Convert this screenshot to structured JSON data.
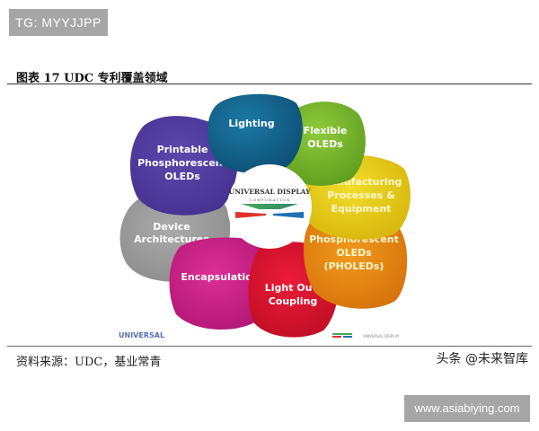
{
  "watermarks": {
    "telegram": "TG: MYYJJPP",
    "toutiao": "头条 @未来智库",
    "site": "www.asiabiying.com"
  },
  "figure": {
    "title": "图表 17 UDC 专利覆盖领域",
    "source": "资料来源：UDC，基业常青"
  },
  "diagram": {
    "center_logo": {
      "line1": "UNIVERSAL DISPLAY",
      "line2": "C O R P O R A T I O N"
    },
    "petals": [
      {
        "id": "lighting",
        "lines": [
          "Lighting"
        ],
        "color": "#135f86"
      },
      {
        "id": "flexible-oleds",
        "lines": [
          "Flexible",
          "OLEDs"
        ],
        "color": "#79b52c"
      },
      {
        "id": "manufacturing",
        "lines": [
          "Manufacturing",
          "Processes &",
          "Equipment"
        ],
        "color": "#e3c913"
      },
      {
        "id": "pholeds",
        "lines": [
          "Phosphorescent",
          "OLEDs",
          "(PHOLEDs)"
        ],
        "color": "#e6870f"
      },
      {
        "id": "light-out-coupling",
        "lines": [
          "Light Out-",
          "Coupling"
        ],
        "color": "#d9112e"
      },
      {
        "id": "encapsulation",
        "lines": [
          "Encapsulation"
        ],
        "color": "#cc1f86"
      },
      {
        "id": "device-architectures",
        "lines": [
          "Device",
          "Architectures"
        ],
        "color": "#9d9d9d"
      },
      {
        "id": "printable-pholeds",
        "lines": [
          "Printable",
          "Phosphorescent",
          "OLEDs"
        ],
        "color": "#513c9f"
      }
    ],
    "footer_left_logo": "UNIVERSAL",
    "footer_right_logo": "UNIVERSAL DISPLAY"
  }
}
